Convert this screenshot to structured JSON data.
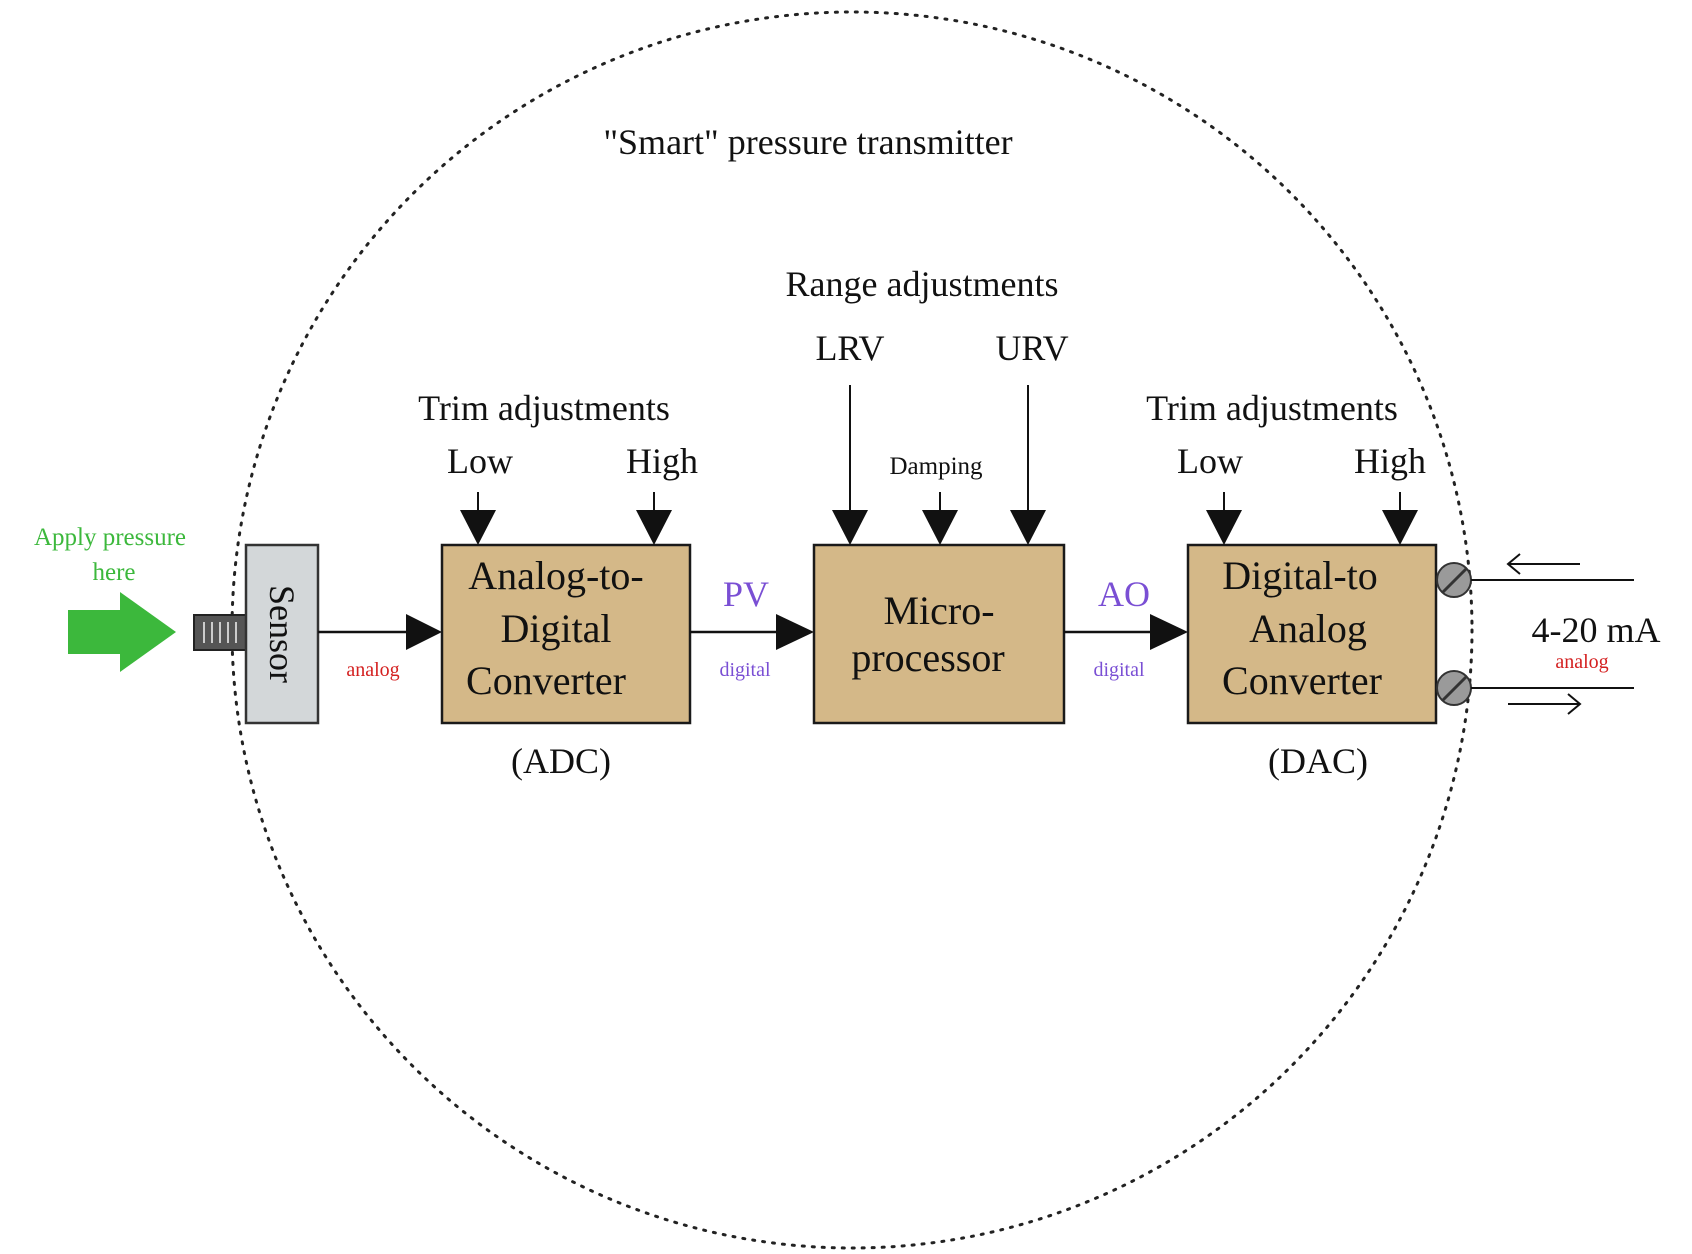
{
  "title": "\"Smart\" pressure transmitter",
  "input": {
    "label_line1": "Apply pressure",
    "label_line2": "here",
    "arrow_color": "#3cb83c"
  },
  "sensor": {
    "label": "Sensor"
  },
  "signals": {
    "sensor_to_adc": "analog",
    "pv": "PV",
    "pv_type": "digital",
    "ao": "AO",
    "ao_type": "digital",
    "output": "4-20 mA",
    "output_type": "analog"
  },
  "adc": {
    "line1": "Analog-to-",
    "line2": "Digital",
    "line3": "Converter",
    "abbr": "(ADC)",
    "trim_title": "Trim adjustments",
    "trim_low": "Low",
    "trim_high": "High"
  },
  "micro": {
    "line1": "Micro-",
    "line2": "processor",
    "range_title": "Range adjustments",
    "lrv": "LRV",
    "urv": "URV",
    "damping": "Damping"
  },
  "dac": {
    "line1": "Digital-to",
    "line2": "Analog",
    "line3": "Converter",
    "abbr": "(DAC)",
    "trim_title": "Trim adjustments",
    "trim_low": "Low",
    "trim_high": "High"
  },
  "colors": {
    "analog_label": "#d42020",
    "digital_label": "#7a4fd4",
    "pv_ao_label": "#7a4fd4",
    "block_fill": "#d4b888",
    "sensor_fill": "#d3d7d9",
    "input_label": "#3cb83c"
  }
}
